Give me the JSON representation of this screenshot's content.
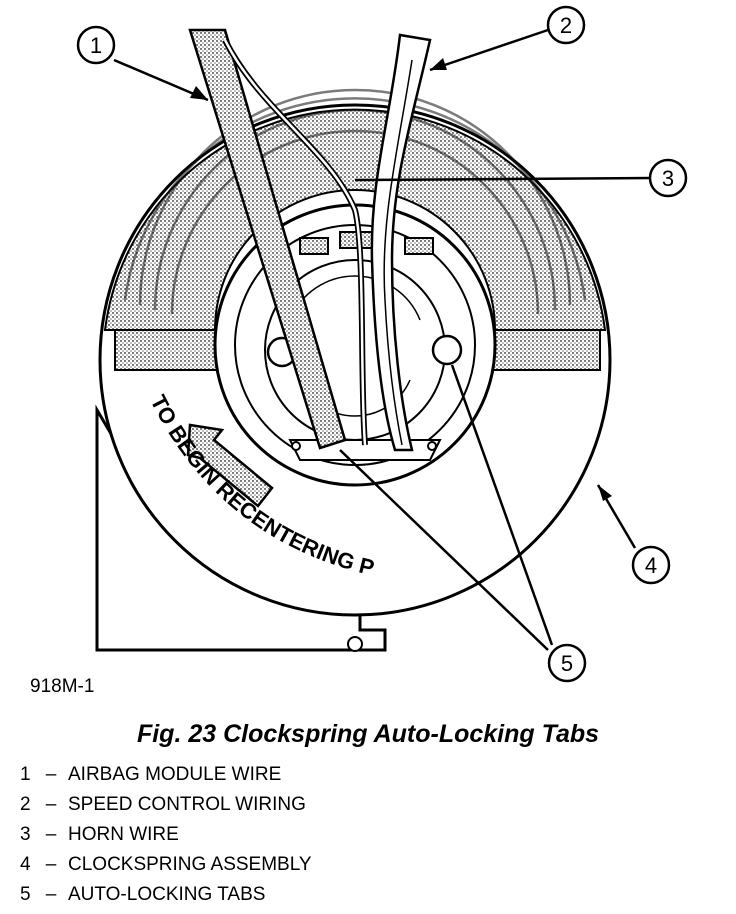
{
  "figure": {
    "panel_text": "TO BEGIN RECENTERING PROCEDURE",
    "drawing_id": "918M-1",
    "callouts": [
      "1",
      "2",
      "3",
      "4",
      "5"
    ]
  },
  "caption": "Fig. 23 Clockspring Auto-Locking Tabs",
  "legend": [
    {
      "num": "1",
      "dash": "–",
      "label": "AIRBAG MODULE WIRE"
    },
    {
      "num": "2",
      "dash": "–",
      "label": "SPEED CONTROL WIRING"
    },
    {
      "num": "3",
      "dash": "–",
      "label": "HORN WIRE"
    },
    {
      "num": "4",
      "dash": "–",
      "label": "CLOCKSPRING ASSEMBLY"
    },
    {
      "num": "5",
      "dash": "–",
      "label": "AUTO-LOCKING TABS"
    }
  ]
}
